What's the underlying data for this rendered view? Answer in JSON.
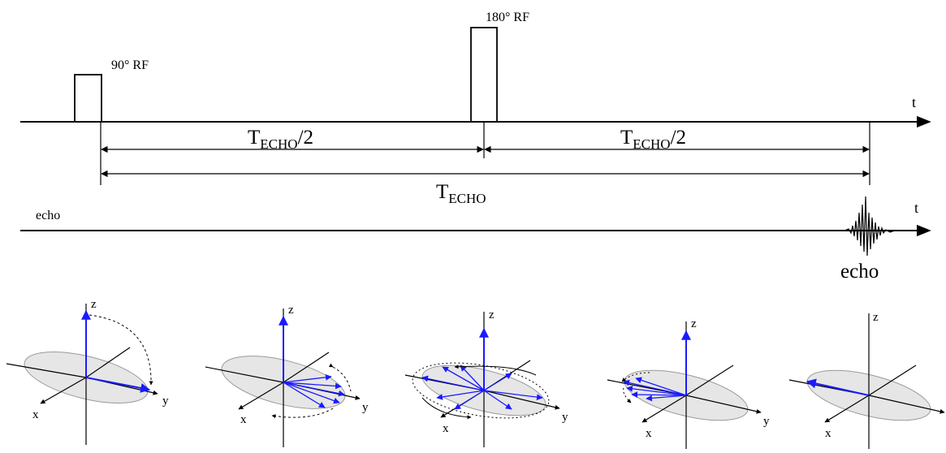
{
  "timeline": {
    "pulse_90_label": "90° RF",
    "pulse_180_label": "180° RF",
    "time_axis_label": "t",
    "half_echo_main": "T",
    "half_echo_sub": "ECHO",
    "half_echo_suffix": "/2",
    "full_echo_main": "T",
    "full_echo_sub": "ECHO"
  },
  "echo_line": {
    "left_label": "echo",
    "time_axis_label": "t",
    "signal_label": "echo"
  },
  "vector_panels": {
    "axis_labels": {
      "x": "x",
      "y": "y",
      "z": "z"
    },
    "colors": {
      "vector": "#1a1aff",
      "disk_fill": "#e6e6e6",
      "disk_stroke": "#999999",
      "axis": "#000000"
    }
  }
}
